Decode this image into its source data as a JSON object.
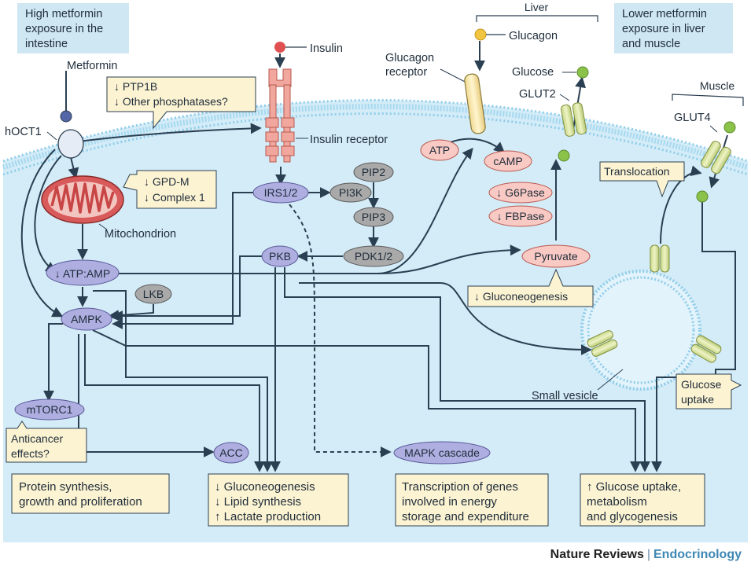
{
  "callouts": {
    "high_exposure": [
      "High metformin",
      "exposure in the",
      "intestine"
    ],
    "lower_exposure": [
      "Lower metformin",
      "exposure in liver",
      "and muscle"
    ]
  },
  "labels": {
    "metformin": "Metformin",
    "hoct1": "hOCT1",
    "mitochondrion": "Mitochondrion",
    "insulin": "Insulin",
    "insulin_receptor": "Insulin receptor",
    "liver": "Liver",
    "glucagon": "Glucagon",
    "glucagon_receptor": [
      "Glucagon",
      "receptor"
    ],
    "glucose": "Glucose",
    "glut2": "GLUT2",
    "muscle": "Muscle",
    "glut4": "GLUT4",
    "small_vesicle": "Small vesicle"
  },
  "notes": {
    "phosphatases": [
      "↓ PTP1B",
      "↓ Other phosphatases?"
    ],
    "mito": [
      "↓ GPD-M",
      "↓ Complex 1"
    ],
    "translocation": "Translocation",
    "gluconeo_liver": "↓ Gluconeogenesis",
    "glucose_uptake": [
      "Glucose",
      "uptake"
    ],
    "anticancer": [
      "Anticancer",
      "effects?"
    ]
  },
  "nodes": {
    "irs": "IRS1/2",
    "pi3k": "PI3K",
    "pip2": "PIP2",
    "pip3": "PIP3",
    "pdk": "PDK1/2",
    "pkb": "PKB",
    "atp_amp": "↓ ATP:AMP",
    "lkb": "LKB",
    "ampk": "AMPK",
    "mtorc1": "mTORC1",
    "acc": "ACC",
    "mapk": "MAPK cascade",
    "atp": "ATP",
    "camp": "cAMP",
    "g6pase": "↓ G6Pase",
    "fbpase": "↓ FBPase",
    "pyruvate": "Pyruvate"
  },
  "outcomes": {
    "protein": [
      "Protein synthesis,",
      "growth and proliferation"
    ],
    "gluco": [
      "↓ Gluconeogenesis",
      "↓ Lipid synthesis",
      "↑ Lactate production"
    ],
    "transcription": [
      "Transcription of genes",
      "involved in energy",
      "storage and expenditure"
    ],
    "uptake": [
      "↑ Glucose uptake,",
      "metabolism",
      "and glycogenesis"
    ]
  },
  "footer": {
    "brand": "Nature Reviews",
    "separator": "|",
    "journal": "Endocrinology"
  }
}
